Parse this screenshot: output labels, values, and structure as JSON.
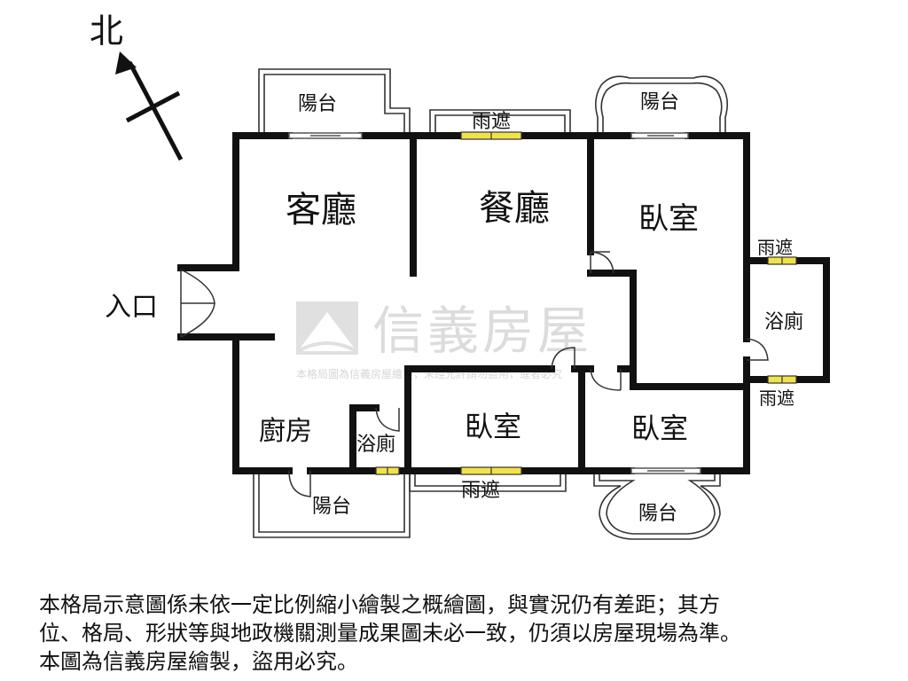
{
  "compass": {
    "north_label": "北"
  },
  "rooms": {
    "living": "客廳",
    "dining": "餐廳",
    "bedroom_ne": "臥室",
    "bedroom_center": "臥室",
    "bedroom_se": "臥室",
    "kitchen": "廚房",
    "bath_small": "浴廁",
    "bath_east": "浴廁",
    "entrance": "入口"
  },
  "balconies": {
    "living": "陽台",
    "bedroom_ne": "陽台",
    "kitchen": "陽台",
    "bedroom_se": "陽台"
  },
  "awnings": {
    "dining": "雨遮",
    "bath_east_top": "雨遮",
    "bath_east_bottom": "雨遮",
    "bedroom_center": "雨遮"
  },
  "watermark": {
    "brand": "信義房屋",
    "subtext": "本格局圖為信義房屋繪製，未經允許請勿盜用，違者必究"
  },
  "disclaimer": {
    "line1": "本格局示意圖係未依一定比例縮小繪製之概繪圖，與實況仍有差距；其方",
    "line2": "位、格局、形狀等與地政機關測量成果圖未必一致，仍須以房屋現場為準。",
    "line3": "本圖為信義房屋繪製，盜用必究。"
  },
  "colors": {
    "wall": "#111111",
    "window_yellow": "#f2e24a",
    "watermark": "#cfcfcf"
  }
}
